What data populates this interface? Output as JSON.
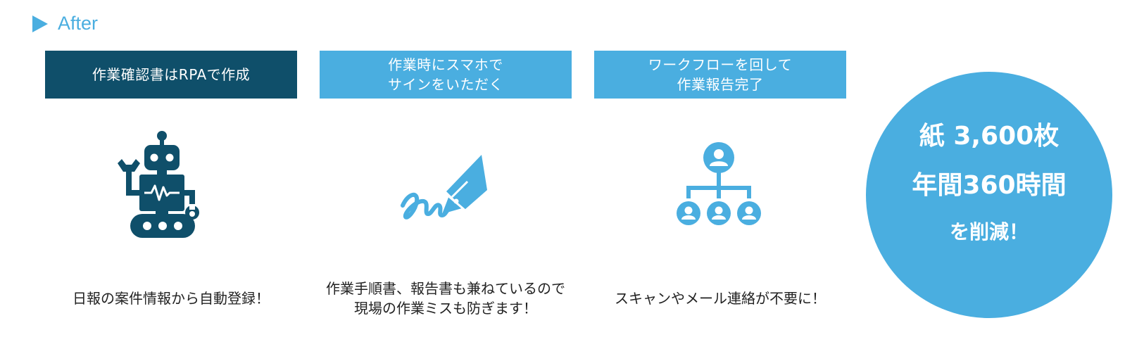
{
  "heading": {
    "label": "After",
    "icon": "triangle-right-icon"
  },
  "columns": [
    {
      "header": "作業確認書はRPAで作成",
      "icon": "robot-icon",
      "caption": "日報の案件情報から自動登録！"
    },
    {
      "header": "作業時にスマホで\nサインをいただく",
      "icon": "fountain-pen-signature-icon",
      "caption": "作業手順書、報告書も兼ねているので\n現場の作業ミスも防ぎます！"
    },
    {
      "header": "ワークフローを回して\n作業報告完了",
      "icon": "org-chart-icon",
      "caption": "スキャンやメール連絡が不要に！"
    }
  ],
  "result": {
    "line1": "紙 3,600枚",
    "line2": "年間360時間",
    "line3": "を削減！"
  },
  "colors": {
    "accent": "#4aaee0",
    "dark": "#0f4f6a"
  }
}
